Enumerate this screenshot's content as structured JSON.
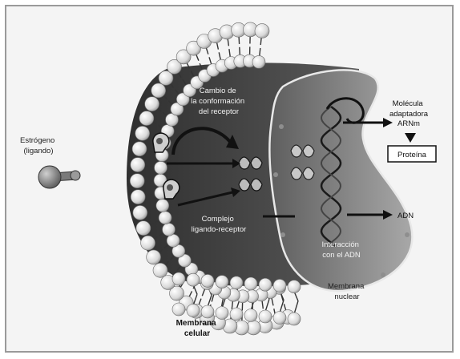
{
  "labels": {
    "estrogen": [
      "Estrógeno",
      "(ligando)"
    ],
    "conformation_change": [
      "Cambio de",
      "la conformación",
      "del receptor"
    ],
    "ligand_receptor_complex": [
      "Complejo",
      "ligando-receptor"
    ],
    "adapter_molecule": [
      "Molécula",
      "adaptadora"
    ],
    "mrna": "ARNm",
    "protein": "Proteína",
    "dna": "ADN",
    "dna_interaction": [
      "Interacción",
      "con el ADN"
    ],
    "nuclear_membrane": [
      "Membrana",
      "nuclear"
    ],
    "cell_membrane": [
      "Membrana",
      "celular"
    ]
  },
  "colors": {
    "background": "#f4f4f4",
    "cytoplasm": "#3f3f3f",
    "nucleus": "#8e8e8e",
    "lipid_head": "#e6e6e6",
    "frame": "#9a9a9a"
  }
}
